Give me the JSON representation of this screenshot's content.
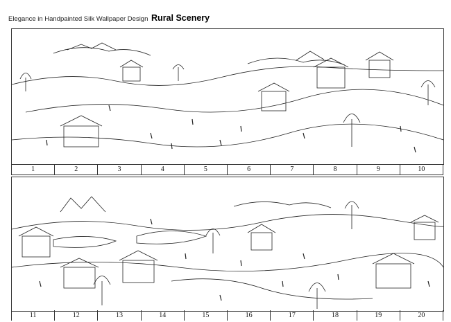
{
  "header": {
    "subtitle": "Elegance in Handpainted Silk Wallpaper Design",
    "title": "Rural Scenery"
  },
  "panels": [
    {
      "labels": [
        "1",
        "2",
        "3",
        "4",
        "5",
        "6",
        "7",
        "8",
        "9",
        "10"
      ]
    },
    {
      "labels": [
        "11",
        "12",
        "13",
        "14",
        "15",
        "16",
        "17",
        "18",
        "19",
        "20"
      ]
    }
  ]
}
